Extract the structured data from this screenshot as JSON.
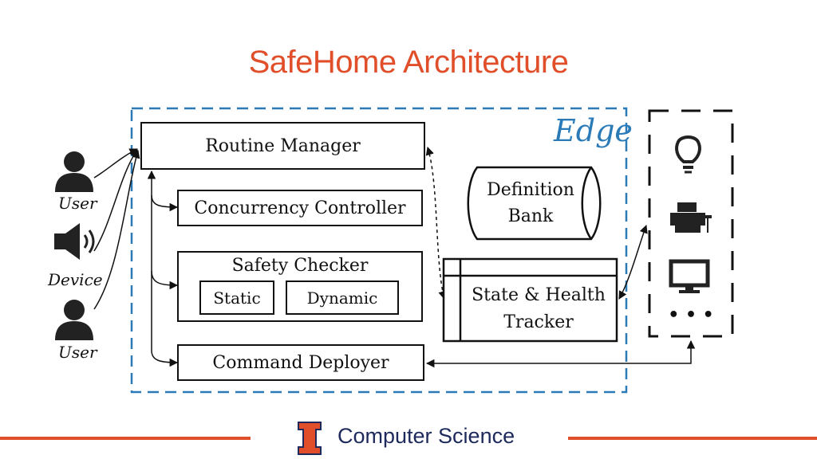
{
  "title": "SafeHome Architecture",
  "edge_label": "Edge",
  "components": {
    "routine_manager": "Routine Manager",
    "concurrency_controller": "Concurrency Controller",
    "safety_checker": "Safety Checker",
    "static": "Static",
    "dynamic": "Dynamic",
    "command_deployer": "Command Deployer",
    "definition_bank_line1": "Definition",
    "definition_bank_line2": "Bank",
    "state_tracker_line1": "State & Health",
    "state_tracker_line2": "Tracker"
  },
  "actors": {
    "user_top": "User",
    "device": "Device",
    "user_bottom": "User"
  },
  "devices": {
    "more": "• • •"
  },
  "icons": [
    "person-icon",
    "speaker-icon",
    "lightbulb-icon",
    "printer-icon",
    "monitor-icon",
    "university-logo-icon"
  ],
  "footer": {
    "text": "Computer Science"
  },
  "colors": {
    "title": "#e04e2a",
    "edge": "#2a7ab8",
    "footer_line": "#e04e2a",
    "footer_text": "#1d2a5b"
  }
}
